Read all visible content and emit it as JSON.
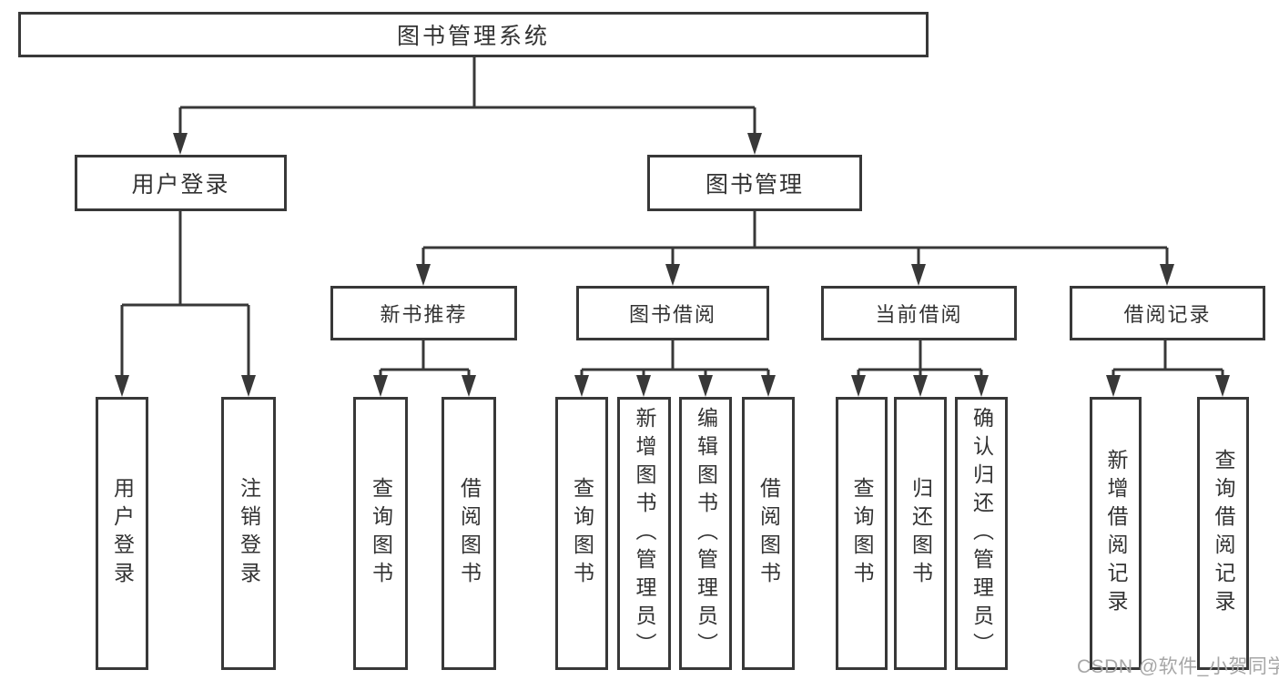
{
  "nodes": {
    "root": "图书管理系统",
    "l2_user_login": "用户登录",
    "l2_book_mgmt": "图书管理",
    "l3_new_book": "新书推荐",
    "l3_book_borrow": "图书借阅",
    "l3_current_borrow": "当前借阅",
    "l3_borrow_records": "借阅记录",
    "leaf_user_login": "用户登录",
    "leaf_logout": "注销登录",
    "leaf_query_book_1": "查询图书",
    "leaf_borrow_book_1": "借阅图书",
    "leaf_query_book_2": "查询图书",
    "leaf_add_book": "新增图书（管理员）",
    "leaf_edit_book": "编辑图书（管理员）",
    "leaf_borrow_book_2": "借阅图书",
    "leaf_query_book_3": "查询图书",
    "leaf_return_book": "归还图书",
    "leaf_confirm_return": "确认归还（管理员）",
    "leaf_add_record": "新增借阅记录",
    "leaf_query_record": "查询借阅记录"
  },
  "hierarchy": {
    "type": "tree",
    "root": "图书管理系统",
    "structure": {
      "图书管理系统": [
        "用户登录",
        "图书管理"
      ],
      "用户登录": [
        "用户登录",
        "注销登录"
      ],
      "图书管理": [
        "新书推荐",
        "图书借阅",
        "当前借阅",
        "借阅记录"
      ],
      "新书推荐": [
        "查询图书",
        "借阅图书"
      ],
      "图书借阅": [
        "查询图书",
        "新增图书（管理员）",
        "编辑图书（管理员）",
        "借阅图书"
      ],
      "当前借阅": [
        "查询图书",
        "归还图书",
        "确认归还（管理员）"
      ],
      "借阅记录": [
        "新增借阅记录",
        "查询借阅记录"
      ]
    }
  },
  "watermark": {
    "text": "CSDN @软件_小贺同学"
  },
  "colors": {
    "line": "#383838",
    "text": "#333333",
    "watermark": "#a6a6a6",
    "background": "#ffffff"
  }
}
